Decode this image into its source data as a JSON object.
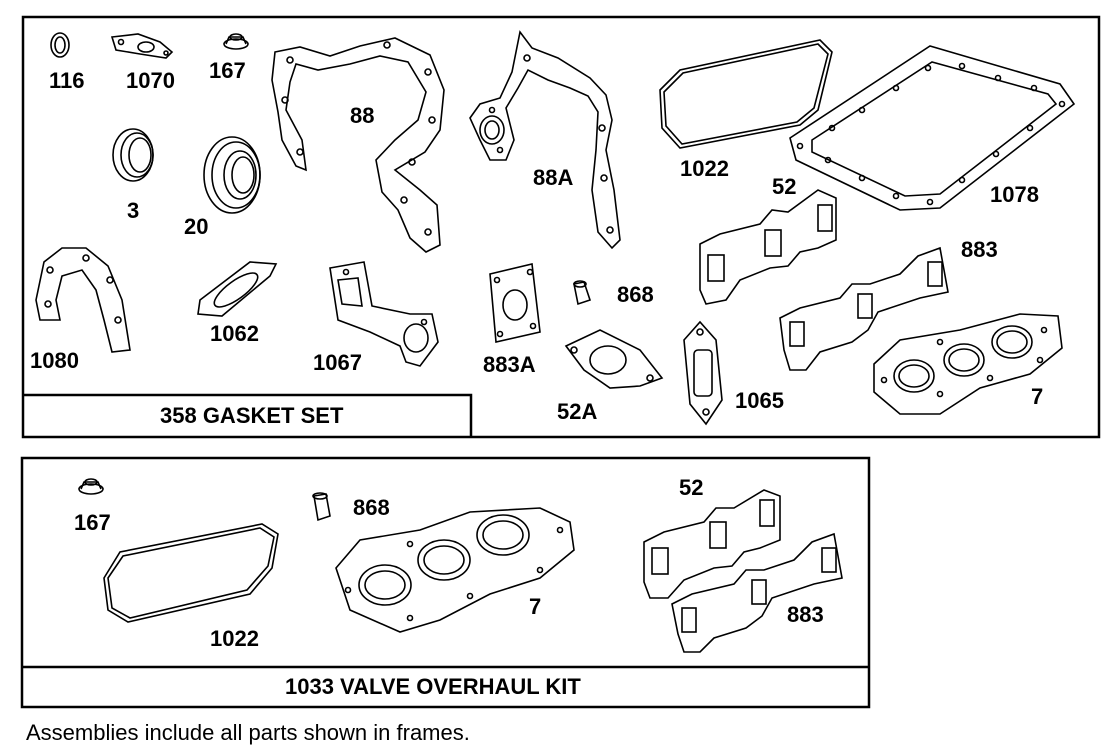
{
  "gasket_set": {
    "title": "358 GASKET SET",
    "parts": [
      "116",
      "1070",
      "167",
      "88",
      "88A",
      "1022",
      "1078",
      "3",
      "20",
      "52",
      "883",
      "868",
      "1080",
      "1062",
      "1067",
      "883A",
      "52A",
      "1065",
      "7"
    ]
  },
  "valve_kit": {
    "title": "1033 VALVE OVERHAUL KIT",
    "parts": [
      "167",
      "868",
      "1022",
      "7",
      "52",
      "883"
    ]
  },
  "footer": {
    "note": "Assemblies include all parts shown in frames."
  }
}
